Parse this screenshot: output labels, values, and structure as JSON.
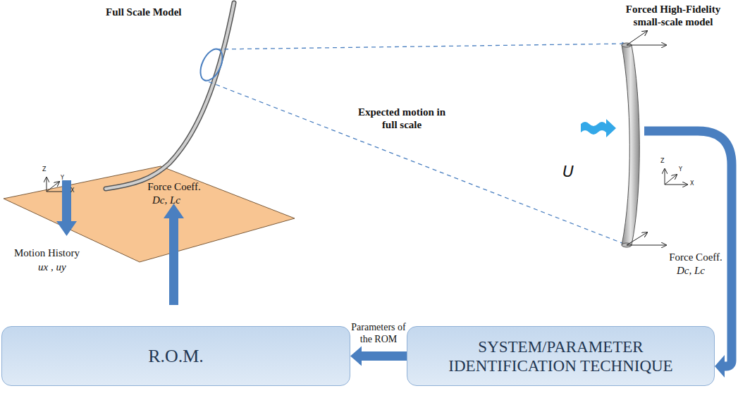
{
  "diagram": {
    "nodes": [
      {
        "text": [
          "R.O.M."
        ]
      },
      {
        "text": [
          "SYSTEM/PARAMETER IDENTIFICATION TECHNIQUE"
        ]
      }
    ],
    "edges": [
      {
        "from": 1,
        "to": 0,
        "arrow": "to",
        "label": "Parameters of the ROM"
      }
    ],
    "labels": [
      "Full Scale Model",
      "Forced High-Fidelity small-scale model",
      "Expected motion in full scale",
      "U",
      "Force Coeff.",
      "Dc, Lc",
      "Motion History",
      "ux , uy",
      "Force Coeff.",
      "Dc, Lc",
      "Z",
      "Y",
      "X",
      "Z",
      "Y",
      "X"
    ]
  }
}
